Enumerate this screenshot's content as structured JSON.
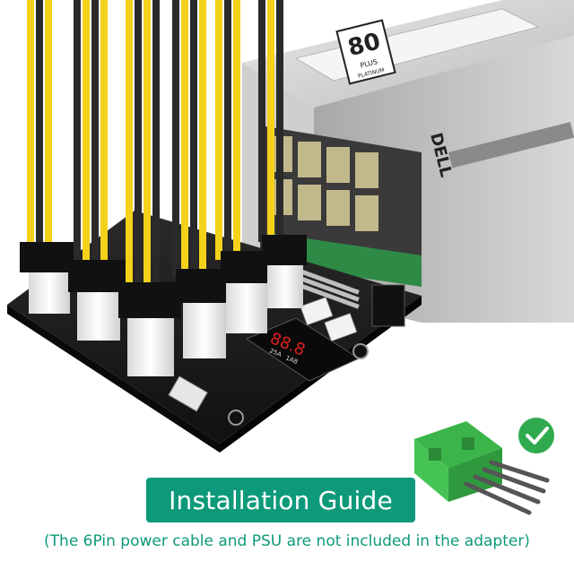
{
  "psu": {
    "badge_number": "80",
    "badge_plus": "PLUS",
    "badge_tier": "PLATINUM",
    "brand": "DELL"
  },
  "board": {
    "display_digits": "88.8",
    "display_unit_left": "25A",
    "display_unit_right": "1A8"
  },
  "banner": {
    "title": "Installation Guide",
    "note": "(The 6Pin power cable and PSU are not included in the adapter)"
  },
  "colors": {
    "accent": "#0e9a7a",
    "cable_yellow": "#f4d21b",
    "cable_black": "#2a2a2a",
    "pcb": "#1c1c1c",
    "connector_green": "#3bb54a",
    "check": "#2faa4e"
  }
}
